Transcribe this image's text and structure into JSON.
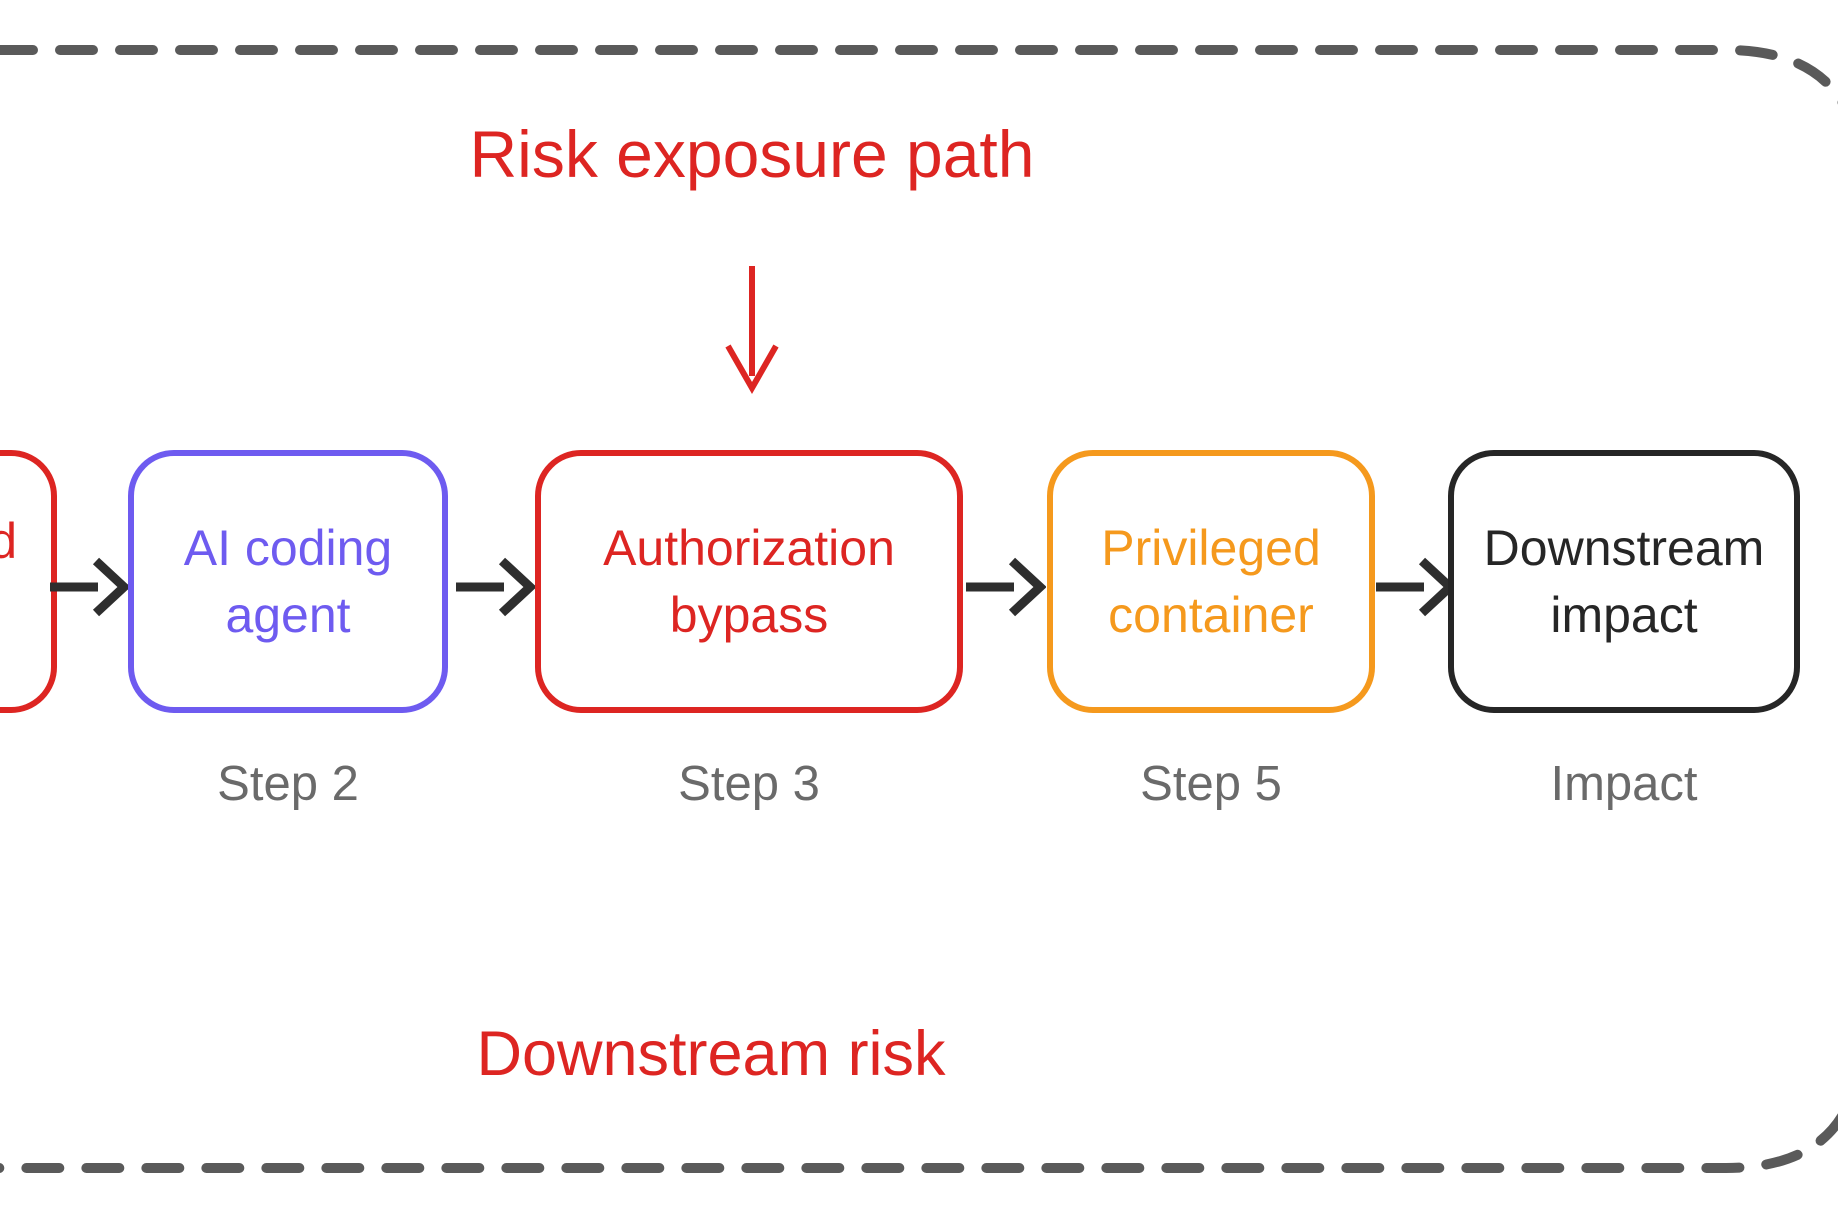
{
  "diagram": {
    "title_annotation": "Risk exposure path",
    "bottom_annotation": "Downstream risk",
    "truncated_node": {
      "visible_label": "d"
    },
    "nodes": [
      {
        "label": "AI coding agent",
        "step": "Step 2",
        "color_key": "blue"
      },
      {
        "label": "Authorization bypass",
        "step": "Step 3",
        "color_key": "red"
      },
      {
        "label": "Privileged container",
        "step": "Step 5",
        "color_key": "orange"
      },
      {
        "label": "Downstream impact",
        "step": "Impact",
        "color_key": "black"
      }
    ]
  },
  "colors": {
    "red": "#dd2522",
    "blue": "#6e5bf0",
    "orange": "#f5991d",
    "black": "#262626",
    "step_label": "#6a6a6a",
    "dashed_border": "#5a5a5a",
    "arrow": "#2e2e2e"
  }
}
